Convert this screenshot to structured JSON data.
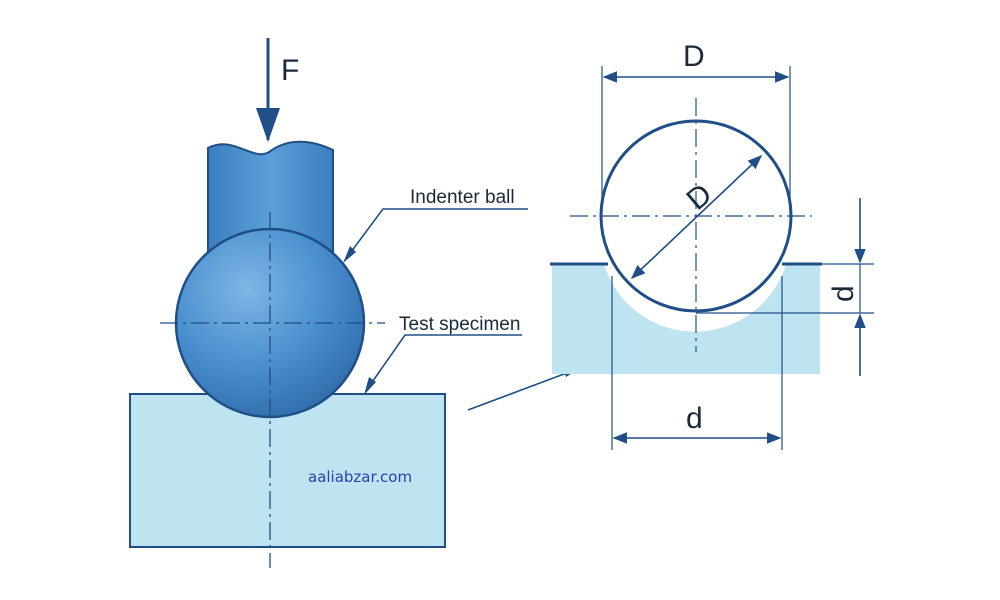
{
  "labels": {
    "force": "F",
    "indenter": "Indenter ball",
    "specimen": "Test specimen",
    "ball_diameter_top": "D",
    "ball_diameter_inner": "D",
    "indent_depth": "d",
    "indent_diameter": "d"
  },
  "watermark": "aaliabzar.com",
  "colors": {
    "ball": "#3f86c6",
    "ball_edge": "#1f4f86",
    "specimen_fill": "#bfe4f1",
    "line": "#1f4f86",
    "text": "#1b2a3a",
    "watermark": "#2a3fb0"
  }
}
